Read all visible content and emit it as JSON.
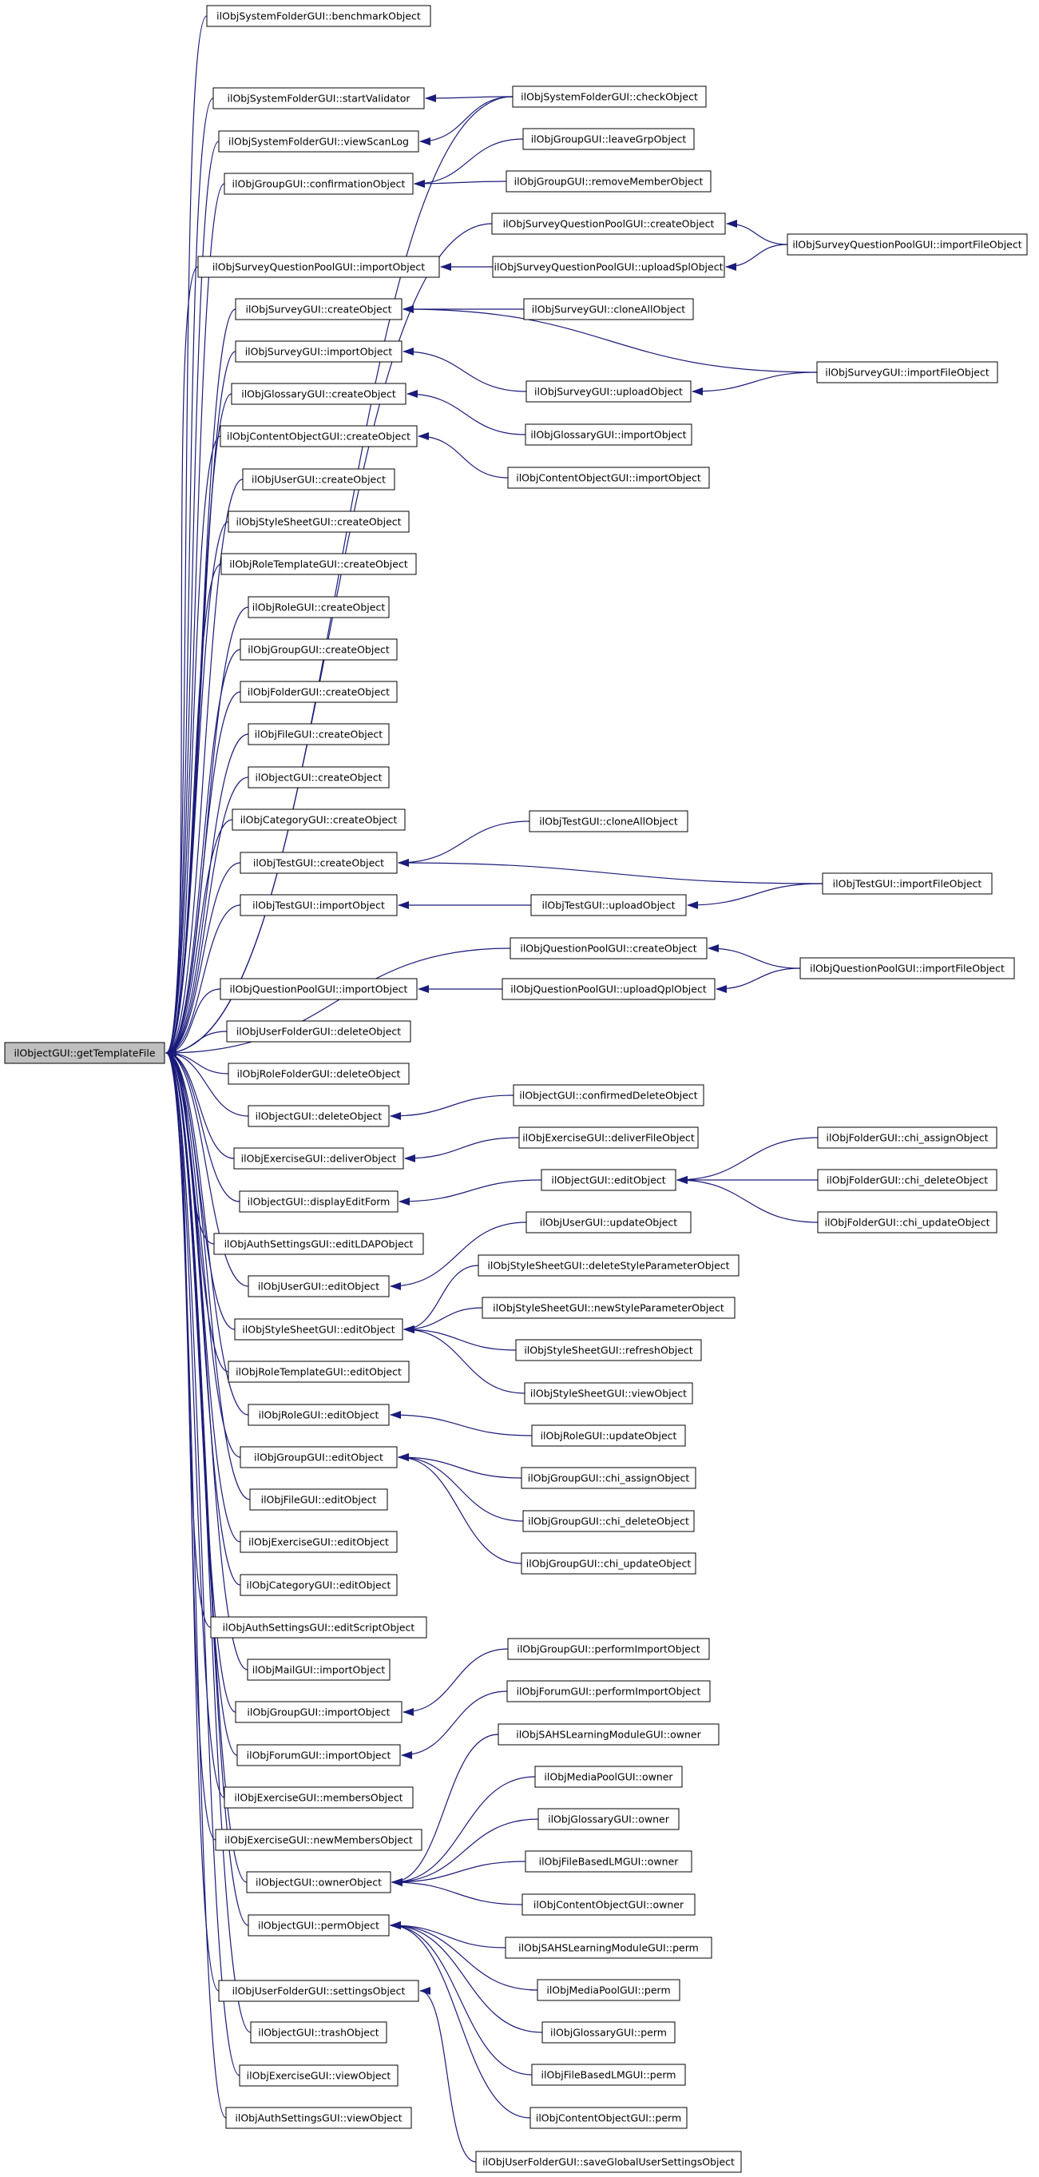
{
  "diagram": {
    "edge_color": "#1b1b7a",
    "root_fill": "#bfbfbf",
    "node_fill": "#ffffff",
    "node_stroke": "#000000",
    "root": "ilObjectGUI::getTemplateFile",
    "nodes": [
      {
        "id": "n0",
        "label": "ilObjectGUI::getTemplateFile",
        "root": true
      },
      {
        "id": "c1",
        "label": "ilObjSystemFolderGUI::benchmarkObject"
      },
      {
        "id": "c2",
        "label": "ilObjSystemFolderGUI::startValidator"
      },
      {
        "id": "c3",
        "label": "ilObjSystemFolderGUI::viewScanLog"
      },
      {
        "id": "c4",
        "label": "ilObjGroupGUI::confirmationObject"
      },
      {
        "id": "c5",
        "label": "ilObjSurveyQuestionPoolGUI::importObject"
      },
      {
        "id": "c6",
        "label": "ilObjSurveyGUI::createObject"
      },
      {
        "id": "c7",
        "label": "ilObjSurveyGUI::importObject"
      },
      {
        "id": "c8",
        "label": "ilObjGlossaryGUI::createObject"
      },
      {
        "id": "c9",
        "label": "ilObjContentObjectGUI::createObject"
      },
      {
        "id": "c10",
        "label": "ilObjUserGUI::createObject"
      },
      {
        "id": "c11",
        "label": "ilObjStyleSheetGUI::createObject"
      },
      {
        "id": "c12",
        "label": "ilObjRoleTemplateGUI::createObject"
      },
      {
        "id": "c13",
        "label": "ilObjRoleGUI::createObject"
      },
      {
        "id": "c14",
        "label": "ilObjGroupGUI::createObject"
      },
      {
        "id": "c15",
        "label": "ilObjFolderGUI::createObject"
      },
      {
        "id": "c16",
        "label": "ilObjFileGUI::createObject"
      },
      {
        "id": "c17",
        "label": "ilObjectGUI::createObject"
      },
      {
        "id": "c18",
        "label": "ilObjCategoryGUI::createObject"
      },
      {
        "id": "c19",
        "label": "ilObjTestGUI::createObject"
      },
      {
        "id": "c20",
        "label": "ilObjTestGUI::importObject"
      },
      {
        "id": "c21",
        "label": "ilObjQuestionPoolGUI::importObject"
      },
      {
        "id": "c22",
        "label": "ilObjUserFolderGUI::deleteObject"
      },
      {
        "id": "c23",
        "label": "ilObjRoleFolderGUI::deleteObject"
      },
      {
        "id": "c24",
        "label": "ilObjectGUI::deleteObject"
      },
      {
        "id": "c25",
        "label": "ilObjExerciseGUI::deliverObject"
      },
      {
        "id": "c26",
        "label": "ilObjectGUI::displayEditForm"
      },
      {
        "id": "c27",
        "label": "ilObjAuthSettingsGUI::editLDAPObject"
      },
      {
        "id": "c28",
        "label": "ilObjUserGUI::editObject"
      },
      {
        "id": "c29",
        "label": "ilObjStyleSheetGUI::editObject"
      },
      {
        "id": "c30",
        "label": "ilObjRoleTemplateGUI::editObject"
      },
      {
        "id": "c31",
        "label": "ilObjRoleGUI::editObject"
      },
      {
        "id": "c32",
        "label": "ilObjGroupGUI::editObject"
      },
      {
        "id": "c33",
        "label": "ilObjFileGUI::editObject"
      },
      {
        "id": "c34",
        "label": "ilObjExerciseGUI::editObject"
      },
      {
        "id": "c35",
        "label": "ilObjCategoryGUI::editObject"
      },
      {
        "id": "c36",
        "label": "ilObjAuthSettingsGUI::editScriptObject"
      },
      {
        "id": "c37",
        "label": "ilObjMailGUI::importObject"
      },
      {
        "id": "c38",
        "label": "ilObjGroupGUI::importObject"
      },
      {
        "id": "c39",
        "label": "ilObjForumGUI::importObject"
      },
      {
        "id": "c40",
        "label": "ilObjExerciseGUI::membersObject"
      },
      {
        "id": "c41",
        "label": "ilObjExerciseGUI::newMembersObject"
      },
      {
        "id": "c42",
        "label": "ilObjectGUI::ownerObject"
      },
      {
        "id": "c43",
        "label": "ilObjectGUI::permObject"
      },
      {
        "id": "c44",
        "label": "ilObjUserFolderGUI::settingsObject"
      },
      {
        "id": "c45",
        "label": "ilObjectGUI::trashObject"
      },
      {
        "id": "c46",
        "label": "ilObjExerciseGUI::viewObject"
      },
      {
        "id": "c47",
        "label": "ilObjAuthSettingsGUI::viewObject"
      },
      {
        "id": "m1",
        "label": "ilObjSystemFolderGUI::checkObject"
      },
      {
        "id": "m2",
        "label": "ilObjGroupGUI::leaveGrpObject"
      },
      {
        "id": "m3",
        "label": "ilObjGroupGUI::removeMemberObject"
      },
      {
        "id": "m4",
        "label": "ilObjSurveyQuestionPoolGUI::createObject"
      },
      {
        "id": "m5",
        "label": "ilObjSurveyQuestionPoolGUI::uploadSplObject"
      },
      {
        "id": "m6",
        "label": "ilObjSurveyGUI::cloneAllObject"
      },
      {
        "id": "m7",
        "label": "ilObjSurveyGUI::uploadObject"
      },
      {
        "id": "m8",
        "label": "ilObjGlossaryGUI::importObject"
      },
      {
        "id": "m9",
        "label": "ilObjContentObjectGUI::importObject"
      },
      {
        "id": "m10",
        "label": "ilObjTestGUI::cloneAllObject"
      },
      {
        "id": "m11",
        "label": "ilObjTestGUI::uploadObject"
      },
      {
        "id": "m12",
        "label": "ilObjQuestionPoolGUI::createObject"
      },
      {
        "id": "m13",
        "label": "ilObjQuestionPoolGUI::uploadQplObject"
      },
      {
        "id": "m14",
        "label": "ilObjectGUI::confirmedDeleteObject"
      },
      {
        "id": "m15",
        "label": "ilObjExerciseGUI::deliverFileObject"
      },
      {
        "id": "m16",
        "label": "ilObjectGUI::editObject"
      },
      {
        "id": "m17",
        "label": "ilObjUserGUI::updateObject"
      },
      {
        "id": "m18",
        "label": "ilObjStyleSheetGUI::deleteStyleParameterObject"
      },
      {
        "id": "m19",
        "label": "ilObjStyleSheetGUI::newStyleParameterObject"
      },
      {
        "id": "m20",
        "label": "ilObjStyleSheetGUI::refreshObject"
      },
      {
        "id": "m21",
        "label": "ilObjStyleSheetGUI::viewObject"
      },
      {
        "id": "m22",
        "label": "ilObjRoleGUI::updateObject"
      },
      {
        "id": "m23",
        "label": "ilObjGroupGUI::chi_assignObject"
      },
      {
        "id": "m24",
        "label": "ilObjGroupGUI::chi_deleteObject"
      },
      {
        "id": "m25",
        "label": "ilObjGroupGUI::chi_updateObject"
      },
      {
        "id": "m26",
        "label": "ilObjGroupGUI::performImportObject"
      },
      {
        "id": "m27",
        "label": "ilObjForumGUI::performImportObject"
      },
      {
        "id": "m28",
        "label": "ilObjSAHSLearningModuleGUI::owner"
      },
      {
        "id": "m29",
        "label": "ilObjMediaPoolGUI::owner"
      },
      {
        "id": "m30",
        "label": "ilObjGlossaryGUI::owner"
      },
      {
        "id": "m31",
        "label": "ilObjFileBasedLMGUI::owner"
      },
      {
        "id": "m32",
        "label": "ilObjContentObjectGUI::owner"
      },
      {
        "id": "m33",
        "label": "ilObjSAHSLearningModuleGUI::perm"
      },
      {
        "id": "m34",
        "label": "ilObjMediaPoolGUI::perm"
      },
      {
        "id": "m35",
        "label": "ilObjGlossaryGUI::perm"
      },
      {
        "id": "m36",
        "label": "ilObjFileBasedLMGUI::perm"
      },
      {
        "id": "m37",
        "label": "ilObjContentObjectGUI::perm"
      },
      {
        "id": "m38",
        "label": "ilObjUserFolderGUI::saveGlobalUserSettingsObject"
      },
      {
        "id": "r1",
        "label": "ilObjSurveyQuestionPoolGUI::importFileObject"
      },
      {
        "id": "r2",
        "label": "ilObjSurveyGUI::importFileObject"
      },
      {
        "id": "r3",
        "label": "ilObjTestGUI::importFileObject"
      },
      {
        "id": "r4",
        "label": "ilObjQuestionPoolGUI::importFileObject"
      },
      {
        "id": "r5",
        "label": "ilObjFolderGUI::chi_assignObject"
      },
      {
        "id": "r6",
        "label": "ilObjFolderGUI::chi_deleteObject"
      },
      {
        "id": "r7",
        "label": "ilObjFolderGUI::chi_updateObject"
      }
    ],
    "edges": [
      [
        "c1",
        "n0"
      ],
      [
        "c2",
        "n0"
      ],
      [
        "c3",
        "n0"
      ],
      [
        "c4",
        "n0"
      ],
      [
        "c5",
        "n0"
      ],
      [
        "c6",
        "n0"
      ],
      [
        "c7",
        "n0"
      ],
      [
        "c8",
        "n0"
      ],
      [
        "c9",
        "n0"
      ],
      [
        "c10",
        "n0"
      ],
      [
        "c11",
        "n0"
      ],
      [
        "c12",
        "n0"
      ],
      [
        "c13",
        "n0"
      ],
      [
        "c14",
        "n0"
      ],
      [
        "c15",
        "n0"
      ],
      [
        "c16",
        "n0"
      ],
      [
        "c17",
        "n0"
      ],
      [
        "c18",
        "n0"
      ],
      [
        "c19",
        "n0"
      ],
      [
        "c20",
        "n0"
      ],
      [
        "c21",
        "n0"
      ],
      [
        "c22",
        "n0"
      ],
      [
        "c23",
        "n0"
      ],
      [
        "c24",
        "n0"
      ],
      [
        "c25",
        "n0"
      ],
      [
        "c26",
        "n0"
      ],
      [
        "c27",
        "n0"
      ],
      [
        "c28",
        "n0"
      ],
      [
        "c29",
        "n0"
      ],
      [
        "c30",
        "n0"
      ],
      [
        "c31",
        "n0"
      ],
      [
        "c32",
        "n0"
      ],
      [
        "c33",
        "n0"
      ],
      [
        "c34",
        "n0"
      ],
      [
        "c35",
        "n0"
      ],
      [
        "c36",
        "n0"
      ],
      [
        "c37",
        "n0"
      ],
      [
        "c38",
        "n0"
      ],
      [
        "c39",
        "n0"
      ],
      [
        "c40",
        "n0"
      ],
      [
        "c41",
        "n0"
      ],
      [
        "c42",
        "n0"
      ],
      [
        "c43",
        "n0"
      ],
      [
        "c44",
        "n0"
      ],
      [
        "c45",
        "n0"
      ],
      [
        "c46",
        "n0"
      ],
      [
        "c47",
        "n0"
      ],
      [
        "m1",
        "n0"
      ],
      [
        "m4",
        "n0"
      ],
      [
        "m12",
        "n0"
      ],
      [
        "m1",
        "c2"
      ],
      [
        "m1",
        "c3"
      ],
      [
        "m2",
        "c4"
      ],
      [
        "m3",
        "c4"
      ],
      [
        "r1",
        "m4"
      ],
      [
        "m5",
        "c5"
      ],
      [
        "r1",
        "m5"
      ],
      [
        "m6",
        "c6"
      ],
      [
        "r2",
        "c6"
      ],
      [
        "m7",
        "c7"
      ],
      [
        "r2",
        "m7"
      ],
      [
        "m8",
        "c8"
      ],
      [
        "m9",
        "c9"
      ],
      [
        "m10",
        "c19"
      ],
      [
        "r3",
        "c19"
      ],
      [
        "m11",
        "c20"
      ],
      [
        "r3",
        "m11"
      ],
      [
        "r4",
        "m12"
      ],
      [
        "m13",
        "c21"
      ],
      [
        "r4",
        "m13"
      ],
      [
        "m14",
        "c24"
      ],
      [
        "m15",
        "c25"
      ],
      [
        "m16",
        "c26"
      ],
      [
        "r5",
        "m16"
      ],
      [
        "r6",
        "m16"
      ],
      [
        "r7",
        "m16"
      ],
      [
        "m17",
        "c28"
      ],
      [
        "m18",
        "c29"
      ],
      [
        "m19",
        "c29"
      ],
      [
        "m20",
        "c29"
      ],
      [
        "m21",
        "c29"
      ],
      [
        "m22",
        "c31"
      ],
      [
        "m23",
        "c32"
      ],
      [
        "m24",
        "c32"
      ],
      [
        "m25",
        "c32"
      ],
      [
        "m26",
        "c38"
      ],
      [
        "m27",
        "c39"
      ],
      [
        "m28",
        "c42"
      ],
      [
        "m29",
        "c42"
      ],
      [
        "m30",
        "c42"
      ],
      [
        "m31",
        "c42"
      ],
      [
        "m32",
        "c42"
      ],
      [
        "m33",
        "c43"
      ],
      [
        "m34",
        "c43"
      ],
      [
        "m35",
        "c43"
      ],
      [
        "m36",
        "c43"
      ],
      [
        "m37",
        "c43"
      ],
      [
        "m38",
        "c44"
      ]
    ]
  }
}
